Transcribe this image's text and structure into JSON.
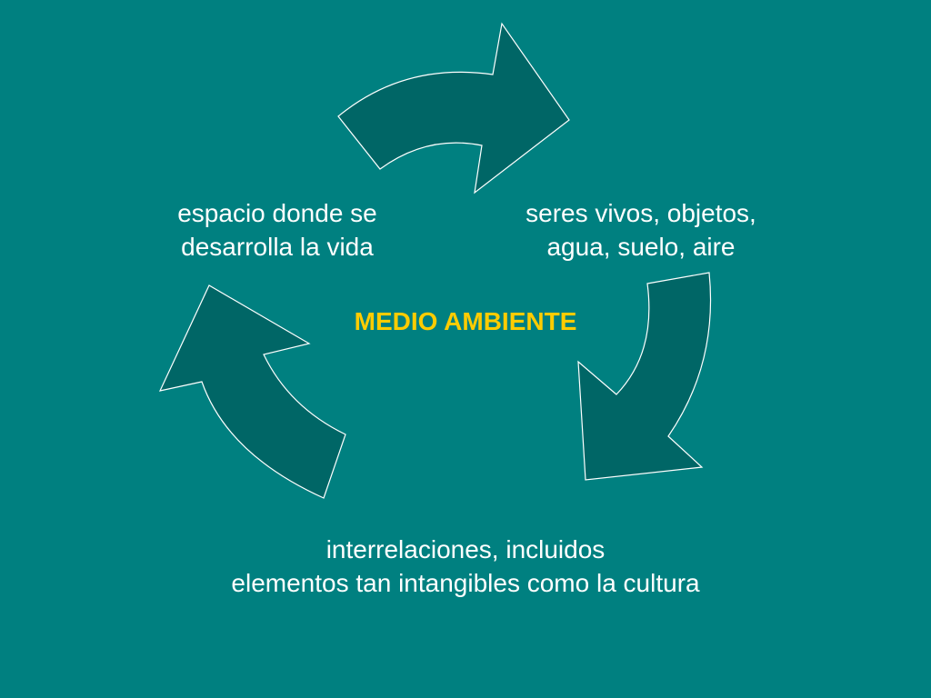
{
  "diagram": {
    "center_title": "MEDIO AMBIENTE",
    "nodes": [
      {
        "id": "left",
        "lines": [
          "espacio donde se",
          "desarrolla la vida"
        ]
      },
      {
        "id": "right",
        "lines": [
          "seres vivos, objetos,",
          "agua, suelo, aire"
        ]
      },
      {
        "id": "bottom",
        "lines": [
          "interrelaciones, incluidos",
          "elementos tan intangibles como la cultura"
        ]
      }
    ],
    "colors": {
      "background": "#008080",
      "arrow_fill": "#006666",
      "arrow_stroke": "#ffffff",
      "text": "#ffffff",
      "title": "#ffcc00"
    }
  }
}
